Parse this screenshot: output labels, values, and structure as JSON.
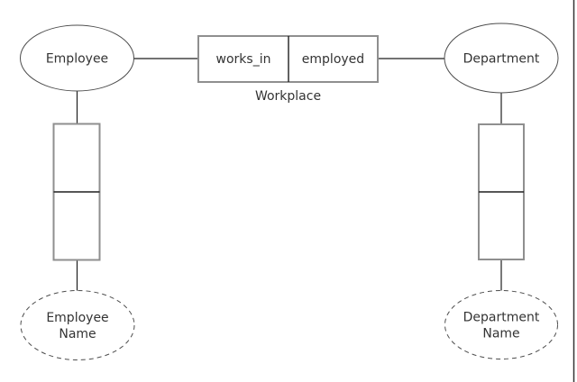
{
  "diagram_type": "entity-relationship",
  "colors": {
    "background": "#ffffff",
    "shape_fill": "#ffffff",
    "box_border": "#8f8f8f",
    "line": "#1f1f1f",
    "text": "#333333",
    "page_edge": "#333333"
  },
  "entities": [
    {
      "label": "Employee"
    },
    {
      "label": "Department"
    }
  ],
  "relationship": {
    "left_role": "works_in",
    "right_role": "employed",
    "name": "Workplace"
  },
  "attributes": [
    {
      "label_line1": "Employee",
      "label_line2": "Name"
    },
    {
      "label_line1": "Department",
      "label_line2": "Name"
    }
  ]
}
